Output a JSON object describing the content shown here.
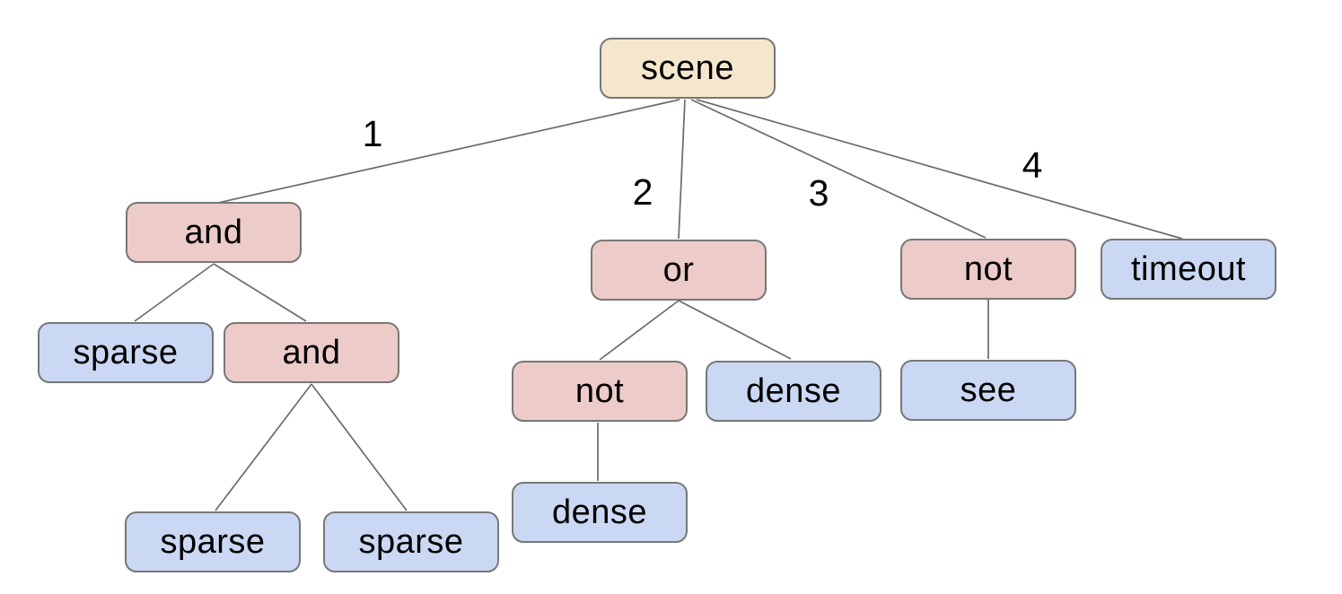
{
  "diagram": {
    "colors": {
      "background": "#ffffff",
      "root_fill": "#f5e7cd",
      "operator_fill": "#eccbc9",
      "leaf_fill": "#cbd8f3",
      "node_border": "#777777",
      "edge_line": "#6b6b6b",
      "text": "#000000"
    },
    "nodes": {
      "scene": {
        "label": "scene",
        "type": "root"
      },
      "and1": {
        "label": "and",
        "type": "operator"
      },
      "or1": {
        "label": "or",
        "type": "operator"
      },
      "not1": {
        "label": "not",
        "type": "operator"
      },
      "timeout1": {
        "label": "timeout",
        "type": "leaf"
      },
      "sparse1": {
        "label": "sparse",
        "type": "leaf"
      },
      "and2": {
        "label": "and",
        "type": "operator"
      },
      "not2": {
        "label": "not",
        "type": "operator"
      },
      "dense1": {
        "label": "dense",
        "type": "leaf"
      },
      "see1": {
        "label": "see",
        "type": "leaf"
      },
      "dense2": {
        "label": "dense",
        "type": "leaf"
      },
      "sparse2": {
        "label": "sparse",
        "type": "leaf"
      },
      "sparse3": {
        "label": "sparse",
        "type": "leaf"
      }
    },
    "edge_labels": {
      "branch1": "1",
      "branch2": "2",
      "branch3": "3",
      "branch4": "4"
    },
    "tree": {
      "label": "scene",
      "children": [
        {
          "edge": "1",
          "label": "and",
          "children": [
            {
              "label": "sparse"
            },
            {
              "label": "and",
              "children": [
                {
                  "label": "sparse"
                },
                {
                  "label": "sparse"
                }
              ]
            }
          ]
        },
        {
          "edge": "2",
          "label": "or",
          "children": [
            {
              "label": "not",
              "children": [
                {
                  "label": "dense"
                }
              ]
            },
            {
              "label": "dense"
            }
          ]
        },
        {
          "edge": "3",
          "label": "not",
          "children": [
            {
              "label": "see"
            }
          ]
        },
        {
          "edge": "4",
          "label": "timeout"
        }
      ]
    }
  }
}
